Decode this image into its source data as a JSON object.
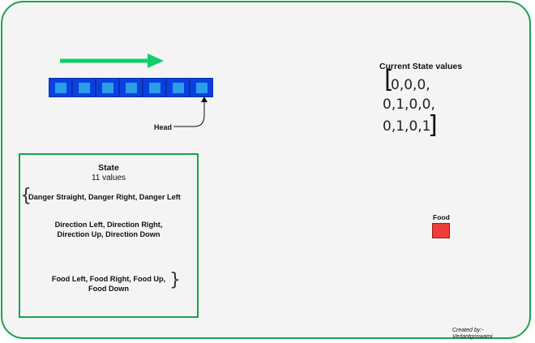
{
  "snake": {
    "segments": 7
  },
  "head_label": "Head",
  "current_state": {
    "title": "Current State values",
    "bracket_open": "[",
    "bracket_close": "]",
    "lines": [
      "0,0,0,",
      "0,1,0,0,",
      "0,1,0,1"
    ]
  },
  "state": {
    "title": "State",
    "subtitle": "11 values",
    "danger": "Danger Straight, Danger Right, Danger Left",
    "direction_line1": "Direction Left, Direction Right,",
    "direction_line2": "Direction Up, Direction Down",
    "food_line1": "Food Left, Food Right, Food Up,",
    "food_line2": "Food Down",
    "brace_open": "{",
    "brace_close": "}"
  },
  "food": {
    "label": "Food"
  },
  "credit": {
    "line1": "Created by:-",
    "line2": "Vedantgoswami"
  },
  "colors": {
    "frame": "#1aa34a",
    "arrow": "#0fcf6a",
    "snake_body": "#0b3fe0",
    "snake_inner": "#2a9ee8",
    "food": "#f03b3b"
  }
}
